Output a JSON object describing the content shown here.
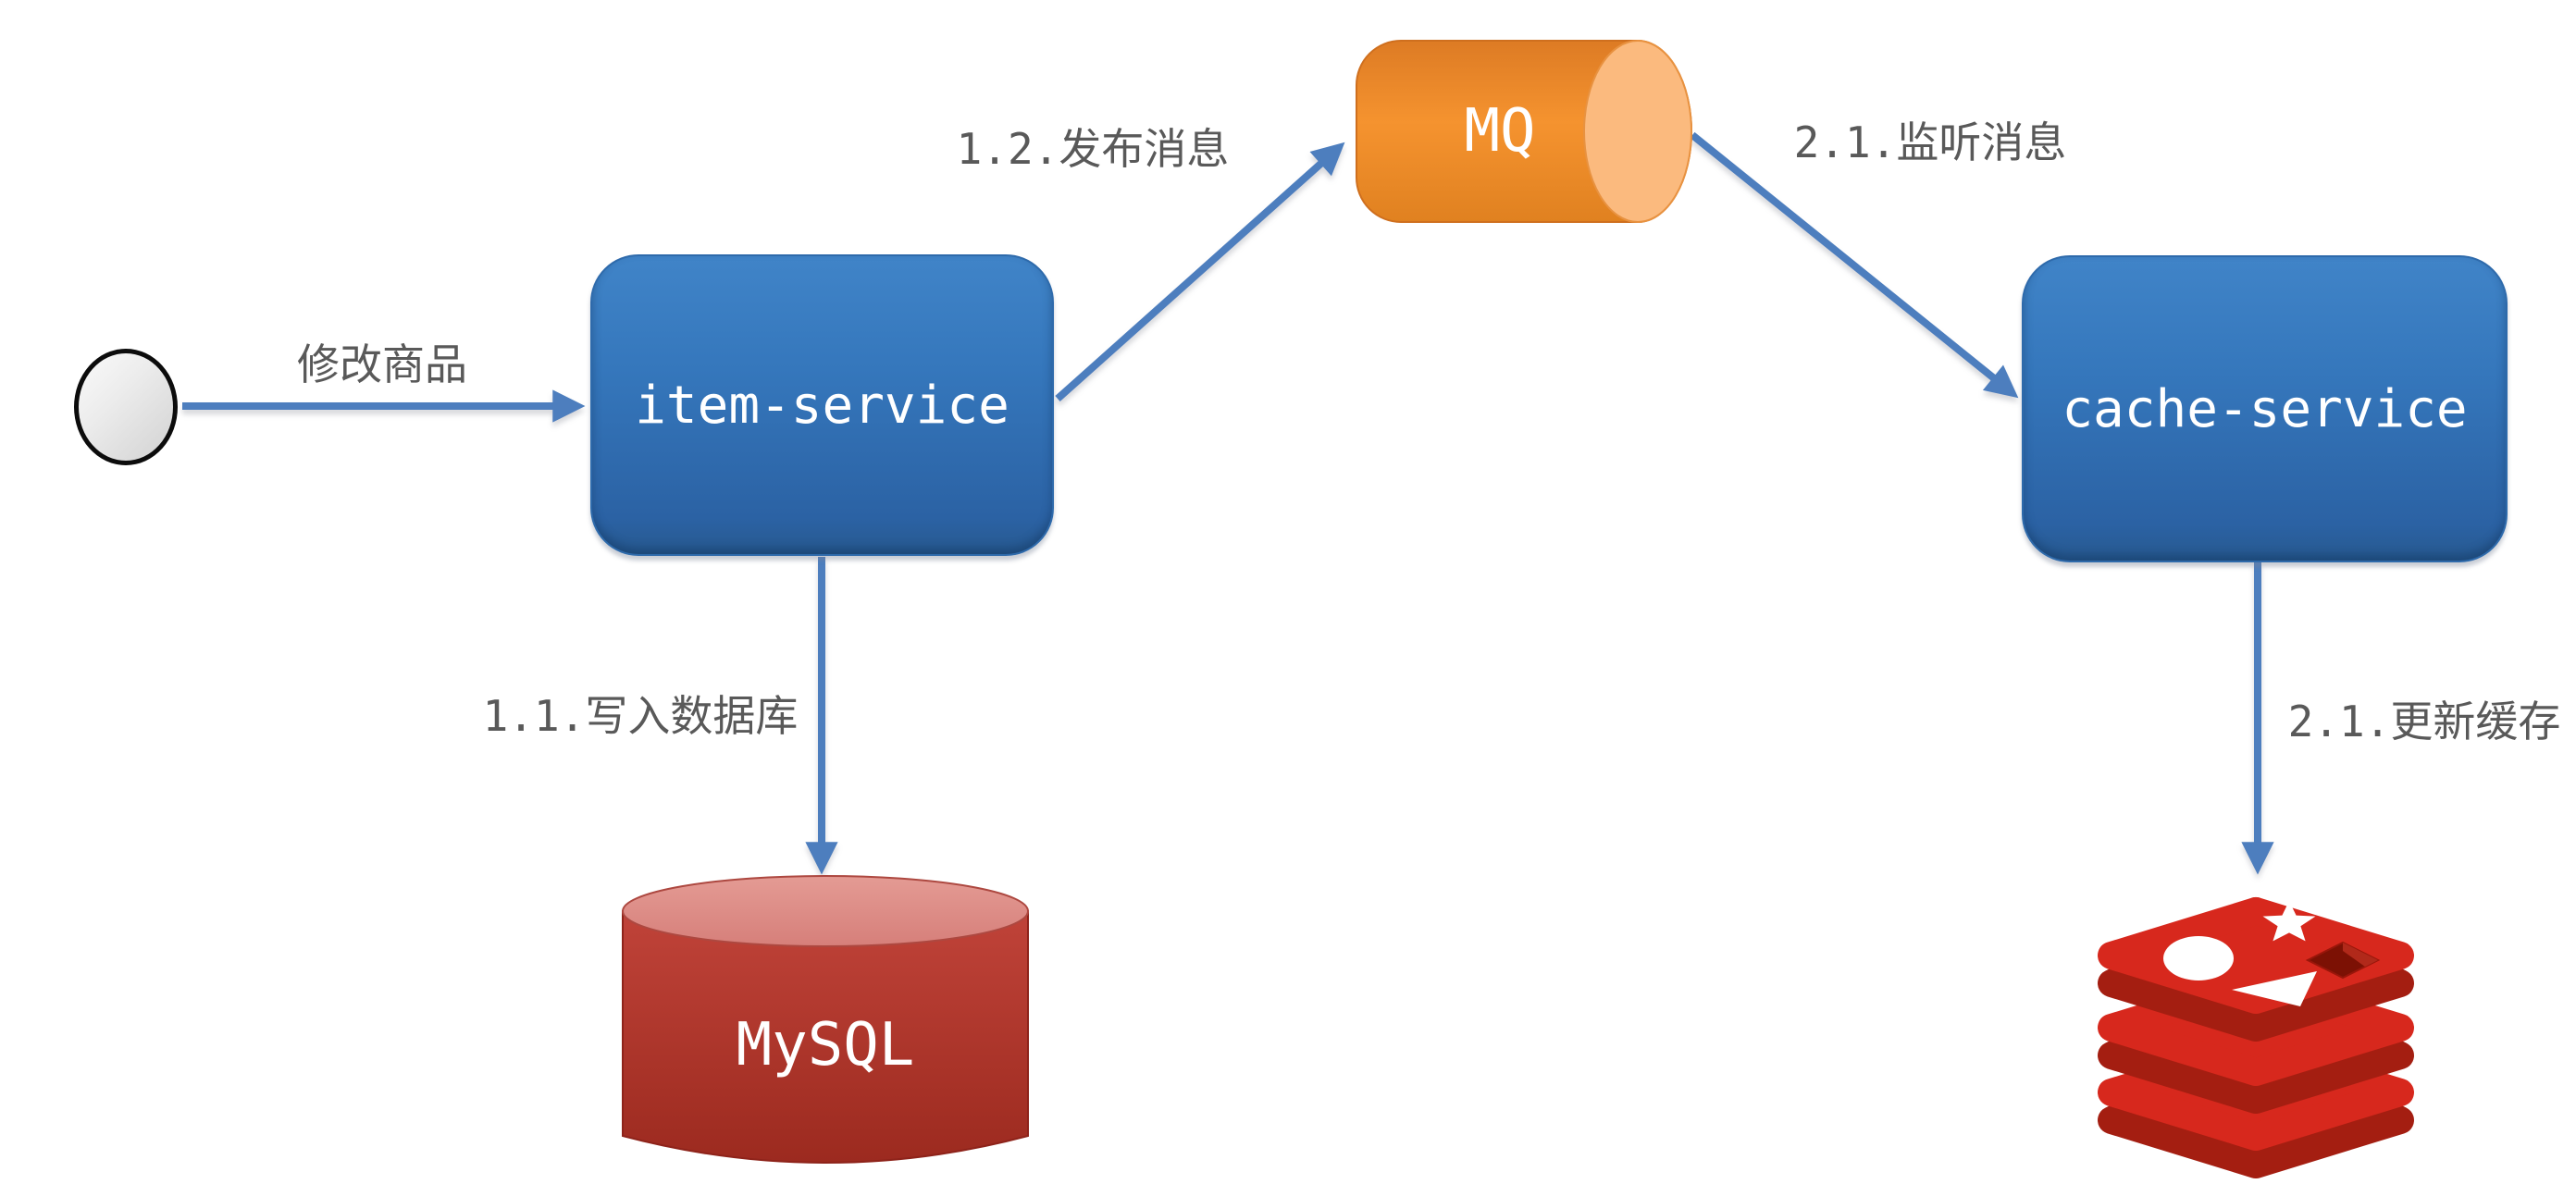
{
  "diagram": {
    "description": "Cache synchronization flow diagram: item-service writes to MySQL and publishes to MQ; cache-service listens and updates Redis",
    "nodes": {
      "start": {
        "type": "start-circle",
        "label": ""
      },
      "item_service": {
        "type": "service",
        "label": "item-service"
      },
      "mq": {
        "type": "queue-cylinder",
        "label": "MQ"
      },
      "cache_service": {
        "type": "service",
        "label": "cache-service"
      },
      "mysql": {
        "type": "database-cylinder",
        "label": "MySQL"
      },
      "redis": {
        "type": "redis-logo",
        "label": ""
      }
    },
    "edges": [
      {
        "from": "start",
        "to": "item_service",
        "label": "修改商品"
      },
      {
        "from": "item_service",
        "to": "mq",
        "label": "1.2.发布消息"
      },
      {
        "from": "mq",
        "to": "cache_service",
        "label": "2.1.监听消息"
      },
      {
        "from": "item_service",
        "to": "mysql",
        "label": "1.1.写入数据库"
      },
      {
        "from": "cache_service",
        "to": "redis",
        "label": "2.1.更新缓存"
      }
    ],
    "colors": {
      "arrow_blue": "#4d7ebe",
      "label_gray": "#595959",
      "service_box_top": "#4084c8",
      "service_box_bottom": "#27598f",
      "mq_body_orange": "#ee8f2c",
      "mq_cap_light": "#fbba7e",
      "mysql_body_red": "#b03229",
      "mysql_top_pink": "#dd8b84",
      "redis_red": "#d7281d",
      "redis_dark_red": "#a41e11",
      "background": "#ffffff"
    }
  }
}
